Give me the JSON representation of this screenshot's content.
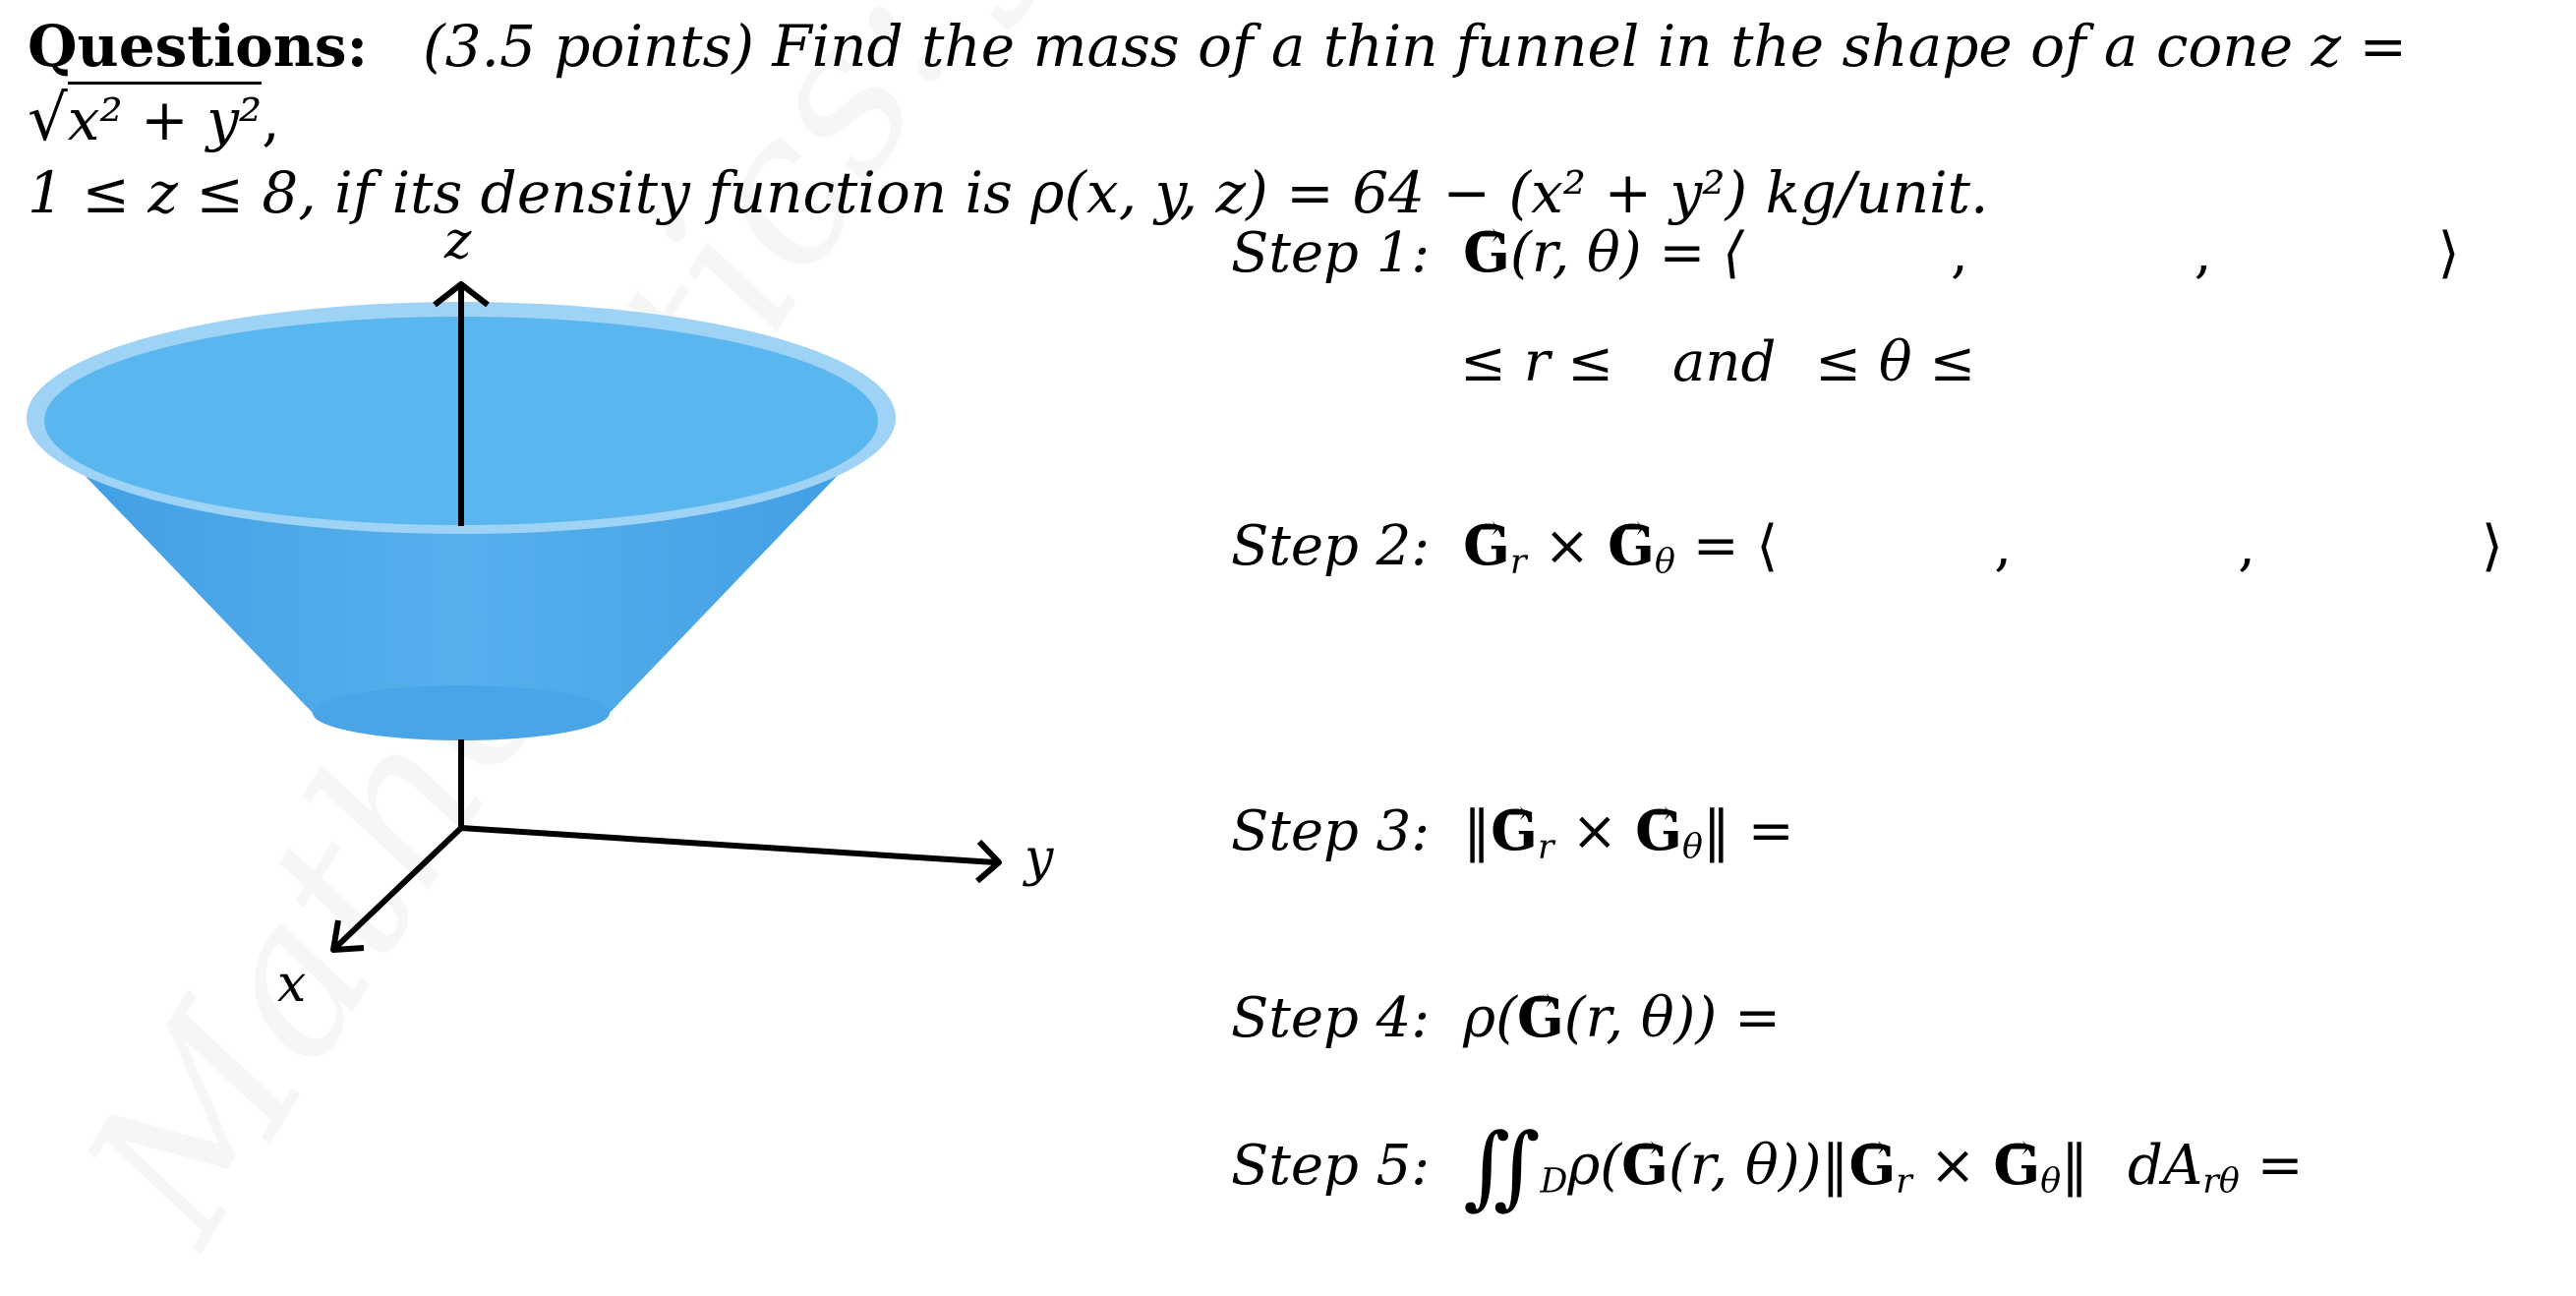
{
  "question": {
    "label": "Questions:",
    "text_before_root": "(3.5 points) Find the mass of a thin funnel in the shape of a cone z =",
    "root_content": "x² + y²",
    "after_root": ",",
    "line2": "1 ≤ z ≤ 8, if its density function is ρ(x, y, z) = 64 − (x² + y²) kg/unit."
  },
  "watermark": "Mathematics: J. H...",
  "figure": {
    "axis_z": "z",
    "axis_y": "y",
    "axis_x": "x",
    "colors": {
      "funnel": "#4fa8e8",
      "funnel_top": "#5cb7ee",
      "rim": "#9dd4f6",
      "axis": "#000000"
    }
  },
  "steps": {
    "s1_label": "Step 1:",
    "s1_lhs": "G",
    "s1_args": "(r, θ) = ⟨",
    "comma": ",",
    "close": "⟩",
    "s1_bounds_a": "≤ r ≤",
    "s1_and": "and",
    "s1_bounds_b": "≤ θ ≤",
    "s2_label": "Step 2:",
    "s2_G": "G",
    "sub_r": "r",
    "sub_theta": "θ",
    "times": "×",
    "s2_eq": "= ⟨",
    "s3_label": "Step 3:",
    "norm": "‖",
    "eq": "=",
    "s4_label": "Step 4:",
    "s4_rho": "ρ(",
    "s4_args": "(r, θ))",
    "s5_label": "Step 5:",
    "s5_int": "∬",
    "s5_domain": "D",
    "s5_rho": "ρ(",
    "s5_args": "(r, θ))",
    "s5_dA": "dA",
    "s5_dA_sub": "rθ"
  }
}
